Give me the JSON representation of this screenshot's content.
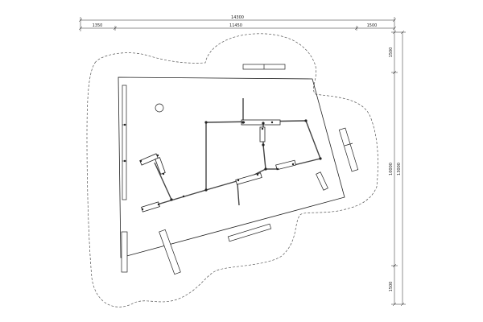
{
  "dimensions": {
    "top_total": "14300",
    "top_left": "1350",
    "top_middle": "11450",
    "top_right": "1500",
    "right_top": "1500",
    "right_middle": "10000",
    "right_total": "13000",
    "right_bottom": "1500"
  },
  "colors": {
    "line": "#222222",
    "dash": "#555555",
    "grey": "#888888",
    "background": "#ffffff"
  }
}
